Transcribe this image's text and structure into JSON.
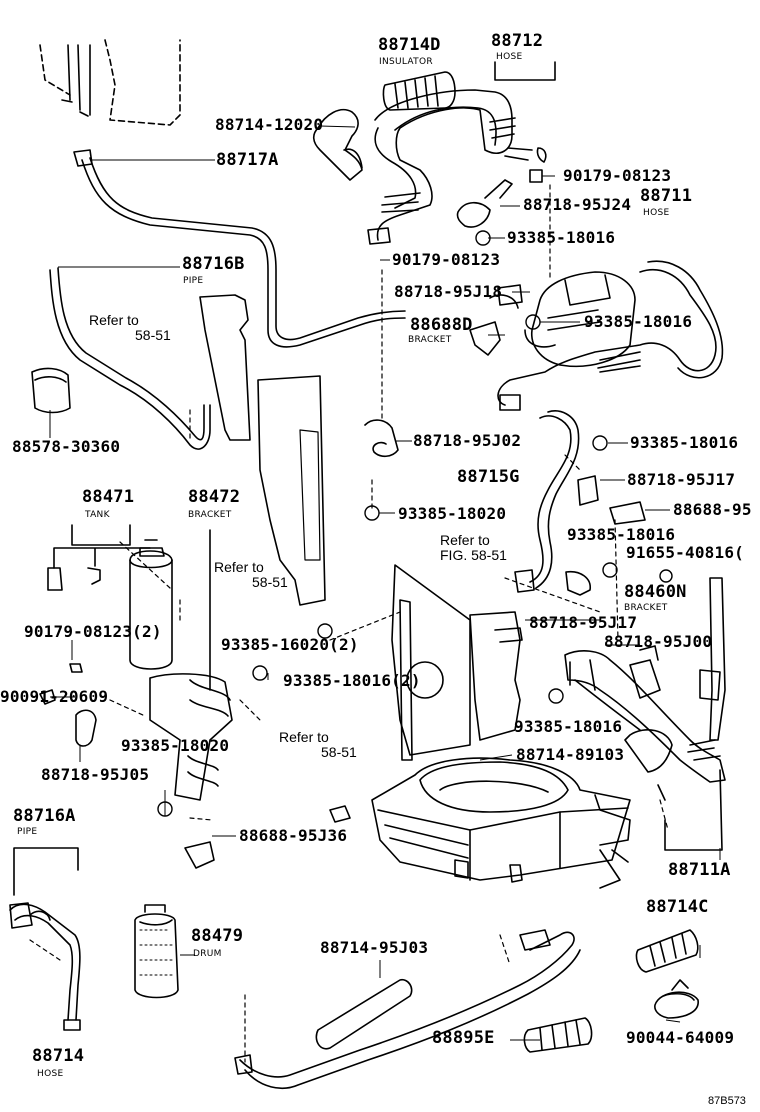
{
  "figure_code": "87B573",
  "callouts": [
    {
      "id": "c1",
      "part": "88714D",
      "desc": "INSULATOR"
    },
    {
      "id": "c2",
      "part": "88712",
      "desc": "HOSE"
    },
    {
      "id": "c3",
      "part": "88714-12020",
      "desc": ""
    },
    {
      "id": "c4",
      "part": "88717A",
      "desc": ""
    },
    {
      "id": "c5",
      "part": "90179-08123",
      "desc": ""
    },
    {
      "id": "c6",
      "part": "88711",
      "desc": "HOSE"
    },
    {
      "id": "c7",
      "part": "88718-95J24",
      "desc": ""
    },
    {
      "id": "c8",
      "part": "93385-18016",
      "desc": ""
    },
    {
      "id": "c9",
      "part": "88716B",
      "desc": "PIPE"
    },
    {
      "id": "c10",
      "part": "90179-08123",
      "desc": ""
    },
    {
      "id": "c11",
      "part": "88718-95J18",
      "desc": ""
    },
    {
      "id": "c12",
      "part": "88688D",
      "desc": "BRACKET"
    },
    {
      "id": "c13",
      "part": "93385-18016",
      "desc": ""
    },
    {
      "id": "c14",
      "part": "88578-30360",
      "desc": ""
    },
    {
      "id": "c15",
      "part": "88718-95J02",
      "desc": ""
    },
    {
      "id": "c16",
      "part": "93385-18016",
      "desc": ""
    },
    {
      "id": "c17",
      "part": "88715G",
      "desc": ""
    },
    {
      "id": "c18",
      "part": "88718-95J17",
      "desc": ""
    },
    {
      "id": "c19",
      "part": "88471",
      "desc": "TANK"
    },
    {
      "id": "c20",
      "part": "88472",
      "desc": "BRACKET"
    },
    {
      "id": "c21",
      "part": "88688-95",
      "desc": ""
    },
    {
      "id": "c22",
      "part": "93385-18020",
      "desc": ""
    },
    {
      "id": "c23",
      "part": "93385-18016",
      "desc": ""
    },
    {
      "id": "c24",
      "part": "91655-40816(",
      "desc": ""
    },
    {
      "id": "c25",
      "part": "88460N",
      "desc": "BRACKET"
    },
    {
      "id": "c26",
      "part": "90179-08123(2)",
      "desc": ""
    },
    {
      "id": "c27",
      "part": "88718-95J17",
      "desc": ""
    },
    {
      "id": "c28",
      "part": "93385-16020(2)",
      "desc": ""
    },
    {
      "id": "c29",
      "part": "88718-95J00",
      "desc": ""
    },
    {
      "id": "c30",
      "part": "93385-18016(2)",
      "desc": ""
    },
    {
      "id": "c31",
      "part": "90091-20609",
      "desc": ""
    },
    {
      "id": "c32",
      "part": "93385-18016",
      "desc": ""
    },
    {
      "id": "c33",
      "part": "93385-18020",
      "desc": ""
    },
    {
      "id": "c34",
      "part": "88718-95J05",
      "desc": ""
    },
    {
      "id": "c35",
      "part": "88714-89103",
      "desc": ""
    },
    {
      "id": "c36",
      "part": "88716A",
      "desc": "PIPE"
    },
    {
      "id": "c37",
      "part": "88688-95J36",
      "desc": ""
    },
    {
      "id": "c38",
      "part": "88711A",
      "desc": ""
    },
    {
      "id": "c39",
      "part": "88714C",
      "desc": ""
    },
    {
      "id": "c40",
      "part": "88479",
      "desc": "DRUM"
    },
    {
      "id": "c41",
      "part": "88714-95J03",
      "desc": ""
    },
    {
      "id": "c42",
      "part": "88895E",
      "desc": ""
    },
    {
      "id": "c43",
      "part": "90044-64009",
      "desc": ""
    },
    {
      "id": "c44",
      "part": "88714",
      "desc": "HOSE"
    }
  ],
  "references": [
    {
      "id": "r1",
      "line1": "Refer to",
      "line2": "58-51"
    },
    {
      "id": "r2",
      "line1": "Refer to",
      "line2": "58-51"
    },
    {
      "id": "r3",
      "line1": "Refer to",
      "line2": "FIG. 58-51"
    },
    {
      "id": "r4",
      "line1": "Refer to",
      "line2": "58-51"
    }
  ]
}
